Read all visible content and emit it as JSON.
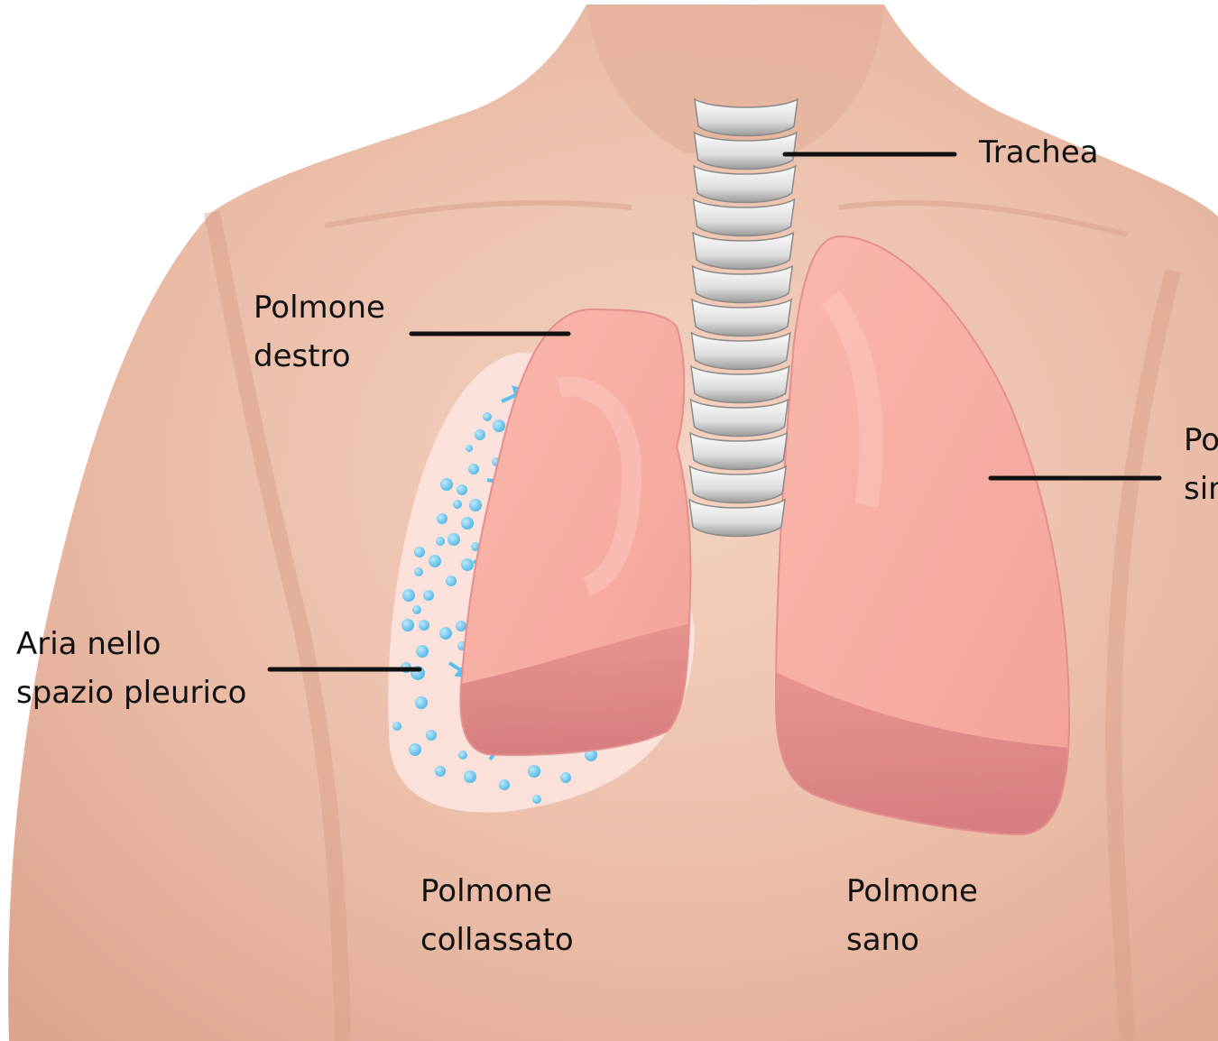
{
  "labels": {
    "trachea": "Trachea",
    "right_lung": "Polmone\ndestro",
    "left_lung": "Polmone\nsinistro",
    "pleural_air": "Aria nello\nspazio pleurico",
    "collapsed_lung": "Polmone\ncollassato",
    "healthy_lung": "Polmone\nsano"
  },
  "colors": {
    "skin": "#eab7a2",
    "lung": "#f6aaa0",
    "lung_shadow": "#d97f82",
    "air_bubble": "#5cc0ec",
    "pleural_space": "#fde5df",
    "trachea_ring": "#e6e6e6",
    "leader_line": "#111111"
  }
}
